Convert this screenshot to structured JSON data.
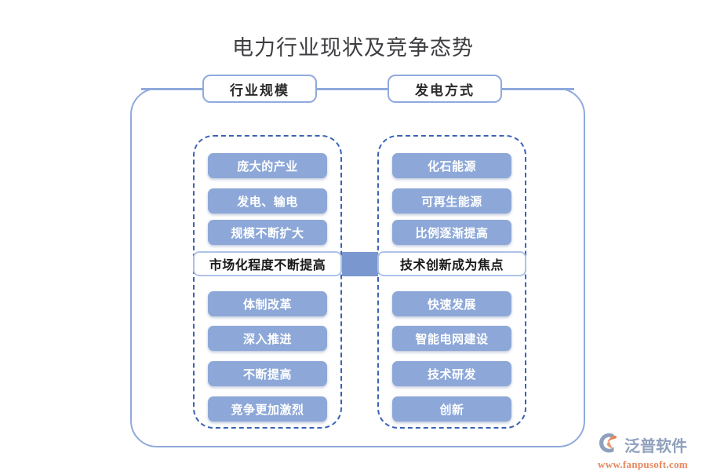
{
  "title": "电力行业现状及竞争态势",
  "theme": {
    "pill_fill": "#8da8d8",
    "pill_text": "#ffffff",
    "frame_border": "#8faadc",
    "dashed_border": "#3b63b5",
    "bridge_fill": "#7a98cf",
    "title_color": "#3e3e42",
    "highlight_text": "#1a1a1a",
    "logo_word_color": "#8fa0bc",
    "logo_url_color": "#e8855a"
  },
  "branches": [
    {
      "id": "industry-scale",
      "header": "行业规模",
      "top_items": [
        "庞大的产业",
        "发电、输电",
        "规模不断扩大"
      ],
      "highlight": "市场化程度不断提高",
      "bottom_items": [
        "体制改革",
        "深入推进",
        "不断提高",
        "竞争更加激烈"
      ]
    },
    {
      "id": "generation-method",
      "header": "发电方式",
      "top_items": [
        "化石能源",
        "可再生能源",
        "比例逐渐提高"
      ],
      "highlight": "技术创新成为焦点",
      "bottom_items": [
        "快速发展",
        "智能电网建设",
        "技术研发",
        "创新"
      ]
    }
  ],
  "logo": {
    "name": "泛普软件",
    "url": "www.fanpusoft.com",
    "mark": "fanpu-swoosh-icon"
  }
}
